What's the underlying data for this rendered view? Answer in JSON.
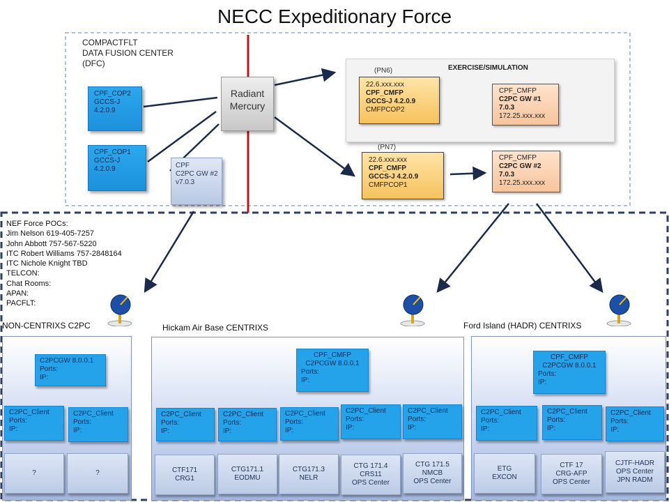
{
  "title": "NECC Expeditionary Force",
  "dfc": {
    "lines": [
      "COMPACTFLT",
      "DATA FUSION CENTER",
      "(DFC)"
    ]
  },
  "cpf_cop2": {
    "lines": [
      "CPF_COP2",
      "GCCS-J",
      "4.2.0.9"
    ]
  },
  "cpf_cop1": {
    "lines": [
      "CPF_COP1",
      "GCCS-J",
      "4.2.0.9"
    ]
  },
  "cpf_gw2": {
    "lines": [
      "CPF",
      "C2PC GW #2",
      "v7.0.3"
    ]
  },
  "radiant": {
    "lines": [
      "Radiant",
      "Mercury"
    ]
  },
  "exercise_label": "EXERCISE/SIMULATION",
  "pn6": {
    "label": "(PN6)",
    "lines": [
      "22.6.xxx.xxx",
      "CPF_CMFP",
      "GCCS-J 4.2.0.9",
      "CMFPCOP2"
    ]
  },
  "pn7": {
    "label": "(PN7)",
    "lines": [
      "22.6.xxx.xxx",
      "CPF_CMFP",
      "GCCS-J 4.2.0.9",
      "CMFPCOP1"
    ]
  },
  "gw1": {
    "lines": [
      "CPF_CMFP",
      "C2PC GW #1",
      "7.0.3",
      "172.25.xxx.xxx"
    ]
  },
  "gw2": {
    "lines": [
      "CPF_CMFP",
      "C2PC GW #2",
      "7.0.3",
      "172.25.xxx.xxx"
    ]
  },
  "poc": {
    "lines": [
      "NEF Force POCs:",
      "Jim Nelson 619-405-7257",
      "John Abbott 757-567-5220",
      "ITC Robert Williams 757-2848164",
      "ITC Nichole Knight TBD",
      "TELCON:",
      "Chat Rooms:",
      "APAN:",
      "PACFLT:"
    ]
  },
  "non_centrixs": {
    "label": "NON-CENTRIXS  C2PC",
    "gateway": [
      "C2PCGW 8.0.0.1",
      "Ports:",
      "IP:"
    ],
    "clients": [
      [
        "C2PC_Client",
        "Ports:",
        "IP:"
      ],
      [
        "C2PC_Client",
        "Ports:",
        "IP:"
      ]
    ],
    "units": [
      "?",
      "?"
    ]
  },
  "hickam": {
    "label": "Hickam Air Base CENTRIXS",
    "gateway": [
      "CPF_CMFP",
      "C2PCGW 8.0.0.1",
      "Ports:",
      "IP:"
    ],
    "clients": [
      [
        "C2PC_Client",
        "Ports:",
        "IP:"
      ],
      [
        "C2PC_Client",
        "Ports:",
        "IP:"
      ],
      [
        "C2PC_Client",
        "Ports:",
        "IP:"
      ],
      [
        "C2PC_Client",
        "Ports:",
        "IP:"
      ],
      [
        "C2PC_Client",
        "Ports:",
        "IP:"
      ]
    ],
    "units": [
      [
        "CTF171",
        "CRG1"
      ],
      [
        "CTG171.1",
        "EODMU"
      ],
      [
        "CTG171.3",
        "NELR"
      ],
      [
        "CTG 171.4",
        "CRS11",
        "OPS Center"
      ],
      [
        "CTG 171.5",
        "NMCB",
        "OPS Center"
      ]
    ]
  },
  "ford": {
    "label": "Ford Island (HADR) CENTRIXS",
    "gateway": [
      "CPF_CMFP",
      "C2PCGW 8.0.0.1",
      "Ports:",
      "IP:"
    ],
    "clients": [
      [
        "C2PC_Client",
        "Ports:",
        "IP:"
      ],
      [
        "C2PC_Client",
        "Ports:",
        "IP:"
      ],
      [
        "C2PC_Client",
        "Ports:",
        "IP:"
      ]
    ],
    "units": [
      [
        "ETG",
        "EXCON"
      ],
      [
        "CTF 17",
        "CRG-AFP",
        "OPS Center"
      ],
      [
        "CJTF-HADR",
        "OPS Center",
        "JPN RADM"
      ]
    ]
  },
  "colors": {
    "blue": "#1e96e0",
    "gold": "#f6c25c",
    "peach": "#f7c49c",
    "red_line": "#c0141c",
    "dash_dark": "#2e3f66"
  }
}
